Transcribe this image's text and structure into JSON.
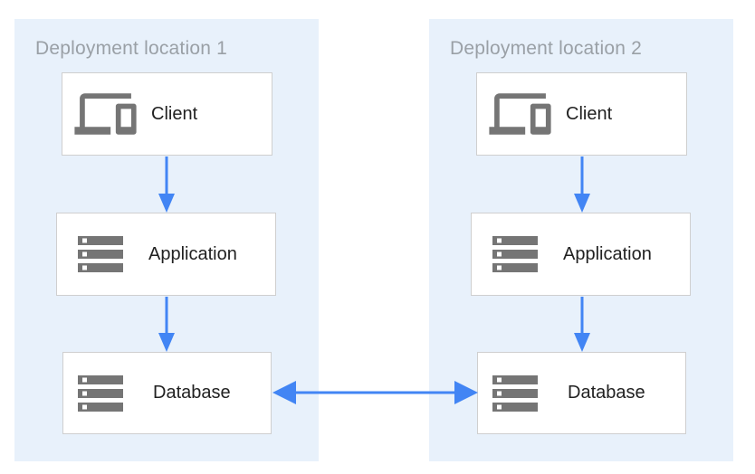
{
  "diagram": {
    "zones": [
      {
        "title": "Deployment location 1",
        "nodes": [
          {
            "label": "Client",
            "icon": "devices-icon"
          },
          {
            "label": "Application",
            "icon": "server-stack-icon"
          },
          {
            "label": "Database",
            "icon": "server-stack-icon"
          }
        ]
      },
      {
        "title": "Deployment location 2",
        "nodes": [
          {
            "label": "Client",
            "icon": "devices-icon"
          },
          {
            "label": "Application",
            "icon": "server-stack-icon"
          },
          {
            "label": "Database",
            "icon": "server-stack-icon"
          }
        ]
      }
    ],
    "connections": [
      {
        "from": "client-1",
        "to": "application-1",
        "direction": "one-way"
      },
      {
        "from": "application-1",
        "to": "database-1",
        "direction": "one-way"
      },
      {
        "from": "client-2",
        "to": "application-2",
        "direction": "one-way"
      },
      {
        "from": "application-2",
        "to": "database-2",
        "direction": "one-way"
      },
      {
        "from": "database-1",
        "to": "database-2",
        "direction": "two-way"
      }
    ],
    "colors": {
      "zone_fill": "#E8F1FB",
      "arrow": "#4285F4",
      "icon_gray": "#757575",
      "zone_title_text": "#9AA0A6",
      "node_label_text": "#212121",
      "node_border": "#CFCFCF"
    }
  }
}
